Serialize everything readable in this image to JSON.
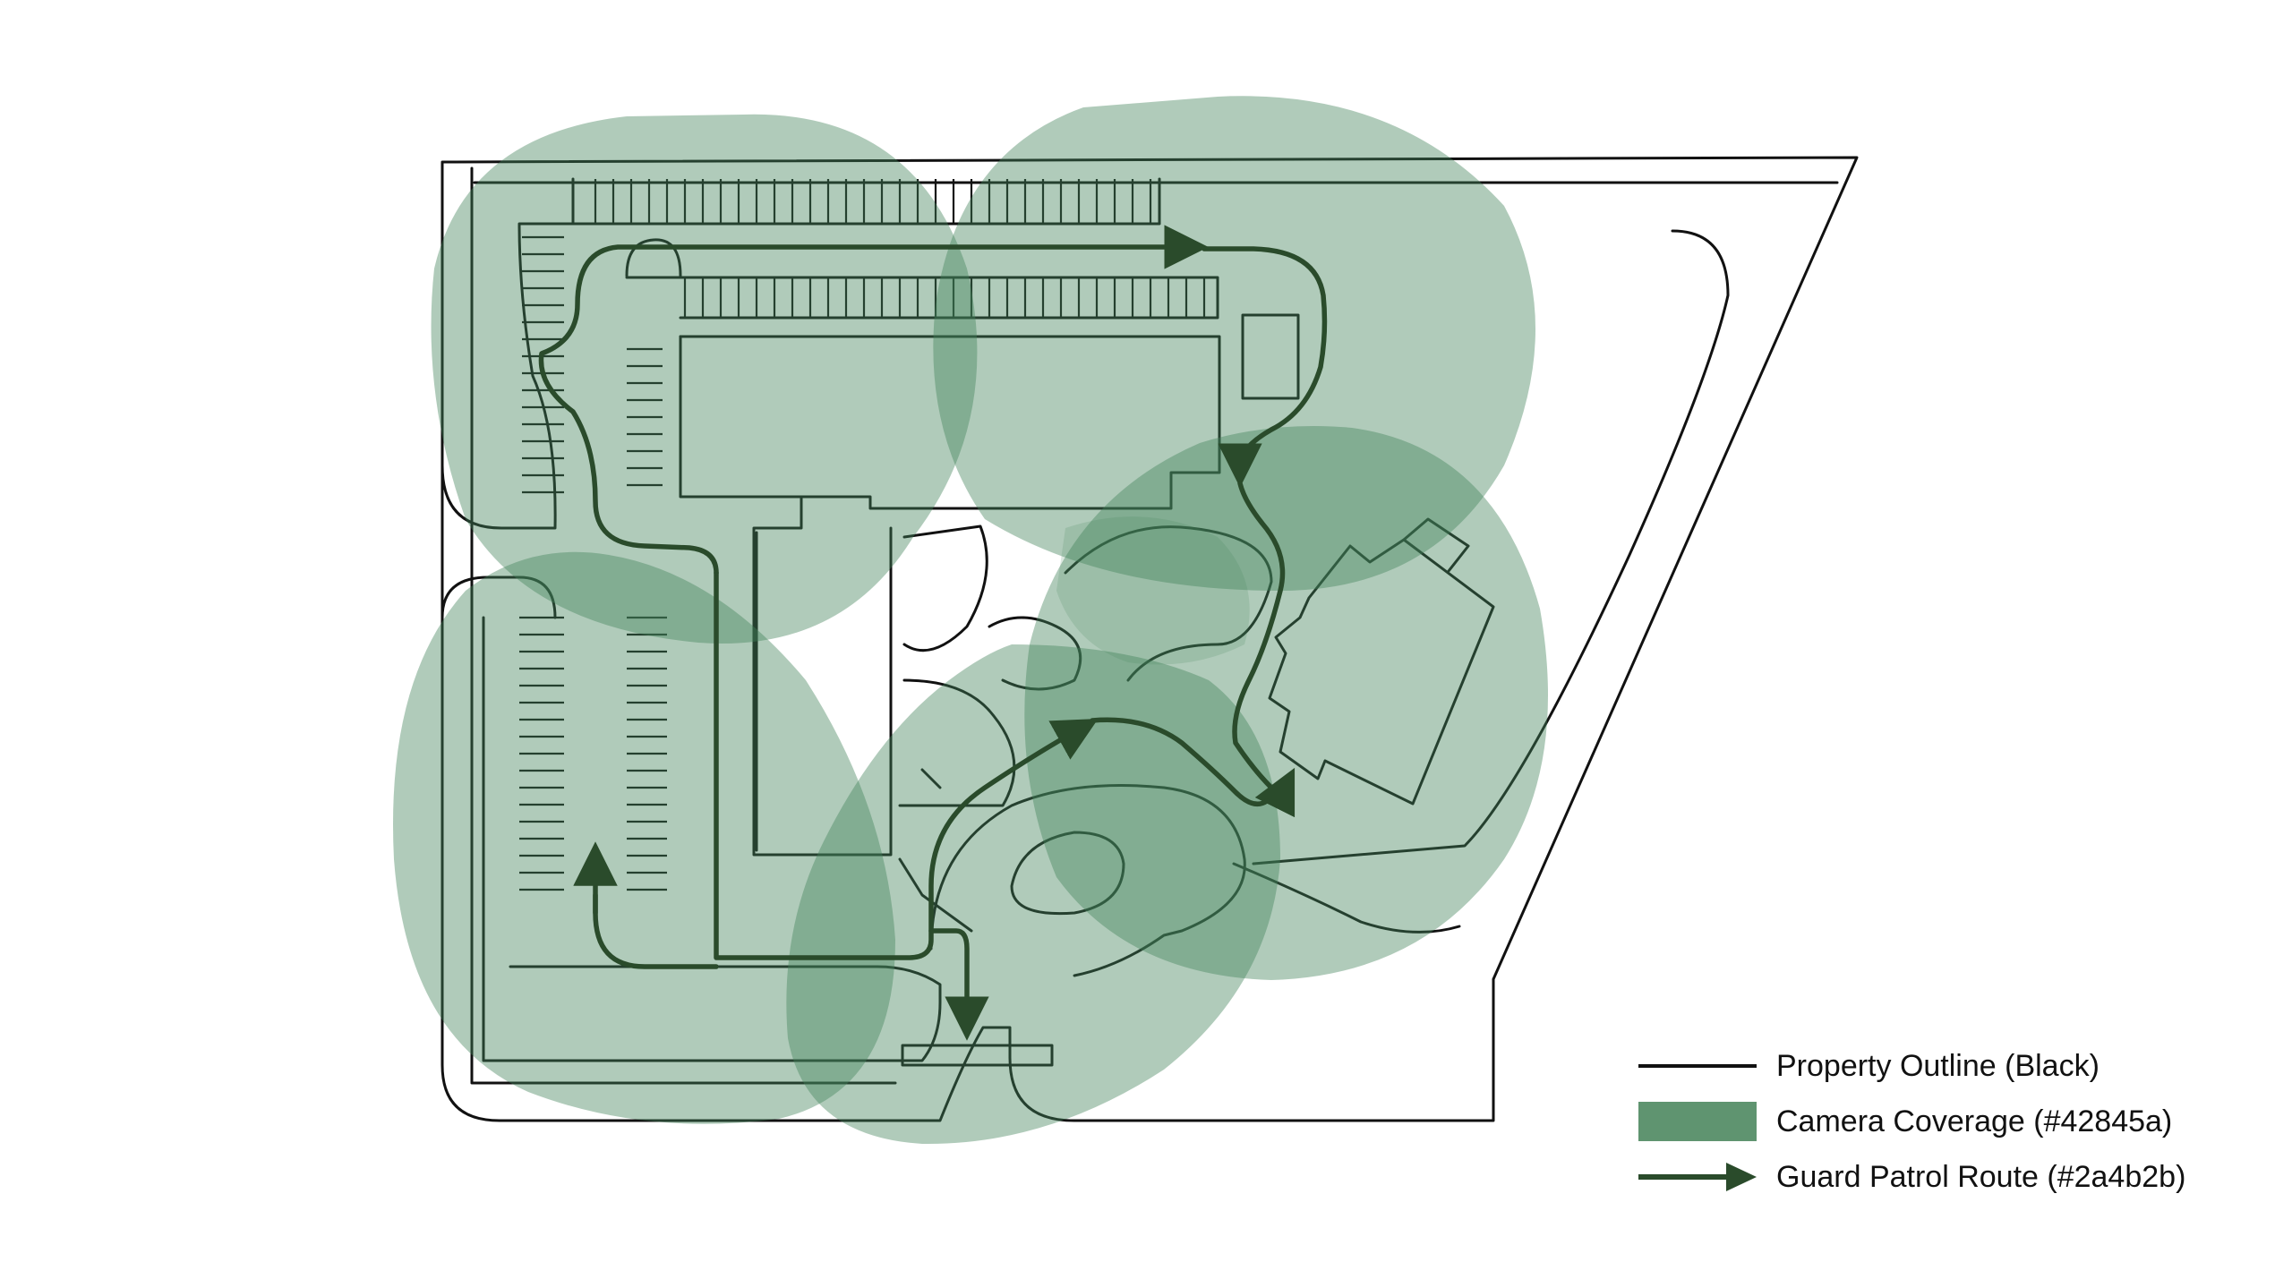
{
  "colors": {
    "property_outline": "#111111",
    "camera_coverage": "#42845a",
    "patrol_route": "#2a4b2b",
    "background": "#ffffff"
  },
  "legend": {
    "property_outline_label": "Property Outline (Black)",
    "camera_coverage_label": "Camera Coverage (#42845a)",
    "patrol_route_label": "Guard Patrol Route (#2a4b2b)"
  },
  "camera_count": 6,
  "icons": {
    "property_outline": "black-line-icon",
    "camera_coverage": "green-area-icon",
    "patrol_route": "dark-green-arrow-icon"
  }
}
